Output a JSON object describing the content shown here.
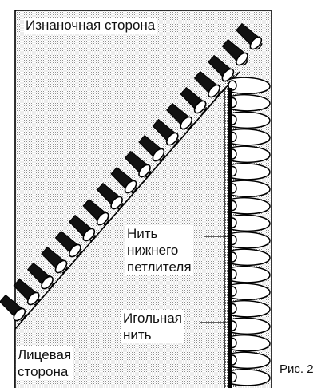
{
  "labels": {
    "wrong_side": "Изнаночная сторона",
    "looper_thread": [
      "Нить",
      "нижнего",
      "петлителя"
    ],
    "needle_thread": [
      "Игольная",
      "нить"
    ],
    "face_side": [
      "Лицевая",
      "сторона"
    ],
    "figure": "Рис. 2"
  },
  "colors": {
    "fabric_stipple": "#8a8a8a",
    "ink": "#000000",
    "paper": "#ffffff"
  }
}
